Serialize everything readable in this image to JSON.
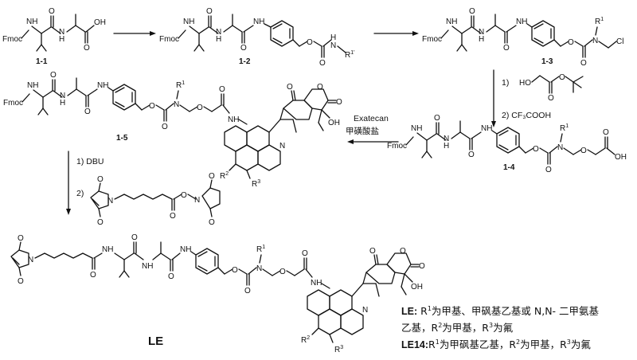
{
  "labels": {
    "cmpd_1_1": "1-1",
    "cmpd_1_2": "1-2",
    "cmpd_1_3": "1-3",
    "cmpd_1_4": "1-4",
    "cmpd_1_5": "1-5",
    "cmpd_le": "LE"
  },
  "groups": {
    "fmoc": "Fmoc",
    "nh": "NH",
    "hn": "HN",
    "h": "H",
    "n": "N",
    "o": "O",
    "oh": "OH",
    "cl": "Cl",
    "r1": "R",
    "r1_sup": "1",
    "r1p_sup": "1'",
    "r2": "R",
    "r2_sup": "2",
    "r3": "R",
    "r3_sup": "3"
  },
  "conditions": {
    "step1": "1)",
    "step2": "2)  CF₃COOH",
    "exatecan": "Exatecan",
    "exatecan_salt": "甲磺酸盐",
    "dbu": "1) DBU",
    "step_2b": "2)"
  },
  "legend": {
    "le_label": "LE:",
    "le_r1": "R",
    "le_r1_sup": "1",
    "le_line1": "为甲基、甲砜基乙基或 N,N- 二甲氨基",
    "le_line2a": "乙基，R",
    "le_r2_sup": "2",
    "le_line2b": "为甲基，R",
    "le_r3_sup": "3",
    "le_line2c": "为氟",
    "le14_label": "LE14:",
    "le14_r1_sup": "1",
    "le14_text_a": "为甲砜基乙基，R",
    "le14_r2_sup": "2",
    "le14_text_b": "为甲基，R",
    "le14_r3_sup": "3",
    "le14_text_c": "为氟"
  }
}
